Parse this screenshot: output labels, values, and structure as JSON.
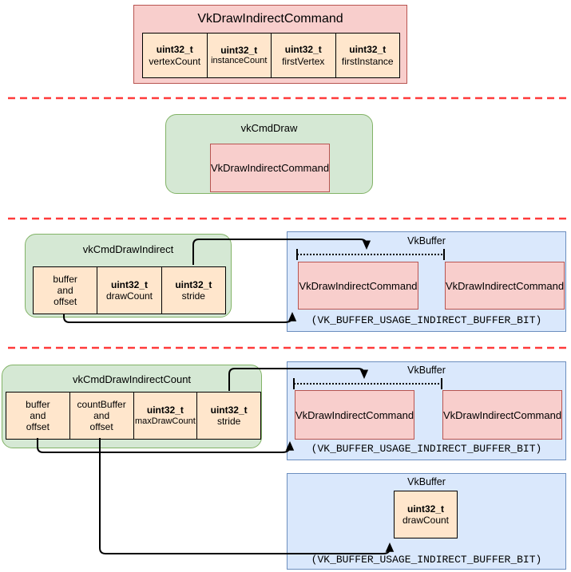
{
  "colors": {
    "pink_fill": "#f8cecc",
    "pink_border": "#b85450",
    "green_fill": "#d5e8d4",
    "green_border": "#82b366",
    "blue_fill": "#dae8fc",
    "blue_border": "#6c8ebf",
    "orange_fill": "#ffe6cc",
    "cell_border": "#000000",
    "separator_red": "#ff3b3b",
    "connector_black": "#000000"
  },
  "struct_def": {
    "title": "VkDrawIndirectCommand",
    "fields": [
      {
        "type": "uint32_t",
        "name": "vertexCount"
      },
      {
        "type": "uint32_t",
        "name": "instanceCount"
      },
      {
        "type": "uint32_t",
        "name": "firstVertex"
      },
      {
        "type": "uint32_t",
        "name": "firstInstance"
      }
    ]
  },
  "cmd_draw": {
    "title": "vkCmdDraw",
    "command": "VkDrawIndirectCommand"
  },
  "cmd_draw_indirect": {
    "title": "vkCmdDrawIndirect",
    "params": [
      {
        "type": "",
        "name": "buffer\nand\noffset"
      },
      {
        "type": "uint32_t",
        "name": "drawCount"
      },
      {
        "type": "uint32_t",
        "name": "stride"
      }
    ]
  },
  "indirect_buffer_1": {
    "title": "VkBuffer",
    "commands": [
      "VkDrawIndirectCommand",
      "VkDrawIndirectCommand"
    ],
    "usage": "(VK_BUFFER_USAGE_INDIRECT_BUFFER_BIT)"
  },
  "cmd_draw_indirect_count": {
    "title": "vkCmdDrawIndirectCount",
    "params": [
      {
        "type": "",
        "name": "buffer\nand\noffset"
      },
      {
        "type": "",
        "name": "countBuffer\nand\noffset"
      },
      {
        "type": "uint32_t",
        "name": "maxDrawCount"
      },
      {
        "type": "uint32_t",
        "name": "stride"
      }
    ]
  },
  "indirect_buffer_2": {
    "title": "VkBuffer",
    "commands": [
      "VkDrawIndirectCommand",
      "VkDrawIndirectCommand"
    ],
    "usage": "(VK_BUFFER_USAGE_INDIRECT_BUFFER_BIT)"
  },
  "count_buffer": {
    "title": "VkBuffer",
    "field": {
      "type": "uint32_t",
      "name": "drawCount"
    },
    "usage": "(VK_BUFFER_USAGE_INDIRECT_BUFFER_BIT)"
  }
}
